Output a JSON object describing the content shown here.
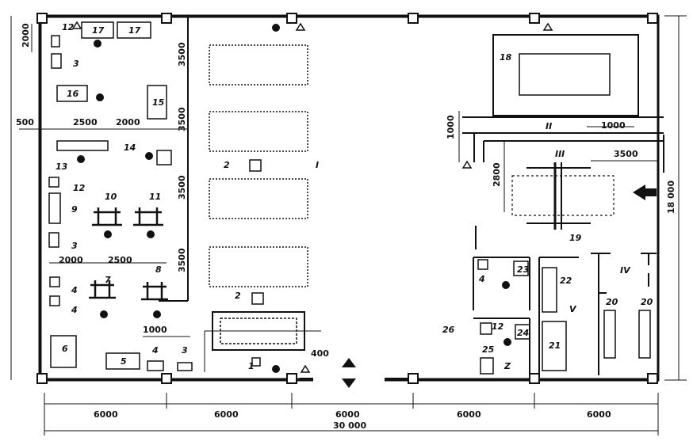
{
  "dimensions": {
    "bays": [
      "6000",
      "6000",
      "6000",
      "6000",
      "6000"
    ],
    "total_width": "30 000",
    "total_depth": "18 000",
    "d_2000_top": "2000",
    "d_3500_a": "3500",
    "d_3500_b": "3500",
    "d_3500_c": "3500",
    "d_3500_d": "3500",
    "d_500": "500",
    "d_2500_a": "2500",
    "d_2000_b": "2000",
    "d_2000_c": "2000",
    "d_2500_b": "2500",
    "d_1000_a": "1000",
    "d_400": "400",
    "d_1000_left": "1000",
    "d_1000_right": "1000",
    "d_2800": "2800",
    "d_3500_right": "3500"
  },
  "zones": {
    "I": "I",
    "II": "II",
    "III": "III",
    "IV": "IV",
    "V": "V"
  },
  "labels": {
    "n1": "1",
    "n2a": "2",
    "n2b": "2",
    "n3a": "3",
    "n3b": "3",
    "n3c": "3",
    "n4a": "4",
    "n4b": "4",
    "n4c": "4",
    "n4d": "4",
    "n5": "5",
    "n6": "6",
    "n7": "7",
    "n8": "8",
    "n9": "9",
    "n10": "10",
    "n11": "11",
    "n12a": "12",
    "n12b": "12",
    "n12c": "12",
    "n13": "13",
    "n14": "14",
    "n15": "15",
    "n16": "16",
    "n17a": "17",
    "n17b": "17",
    "n18": "18",
    "n19": "19",
    "n20a": "20",
    "n20b": "20",
    "n21": "21",
    "n22": "22",
    "n23": "23",
    "n24": "24",
    "n25": "25",
    "n26": "26",
    "z": "Z"
  }
}
